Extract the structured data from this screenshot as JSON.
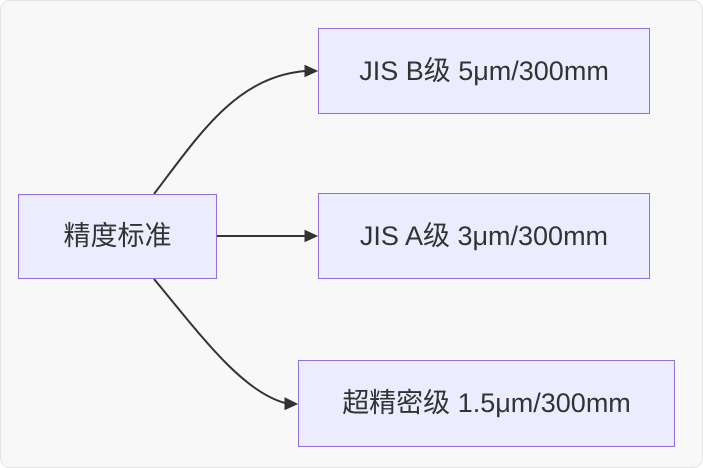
{
  "diagram": {
    "type": "flowchart",
    "direction": "left-to-right",
    "nodes": [
      {
        "id": "root",
        "label": "精度标准"
      },
      {
        "id": "jis-b",
        "label": "JIS B级 5μm/300mm"
      },
      {
        "id": "jis-a",
        "label": "JIS A级 3μm/300mm"
      },
      {
        "id": "ultra",
        "label": "超精密级 1.5μm/300mm"
      }
    ],
    "edges": [
      {
        "from": "精度标准",
        "to": "JIS B级 5μm/300mm",
        "arrow": "curved-up"
      },
      {
        "from": "精度标准",
        "to": "JIS A级 3μm/300mm",
        "arrow": "straight"
      },
      {
        "from": "精度标准",
        "to": "超精密级 1.5μm/300mm",
        "arrow": "curved-down"
      }
    ],
    "colors": {
      "node_fill": "#ECECFF",
      "node_border": "#9370DB",
      "edge": "#333333",
      "text": "#333333",
      "canvas_background": "#F8F8F9"
    }
  }
}
